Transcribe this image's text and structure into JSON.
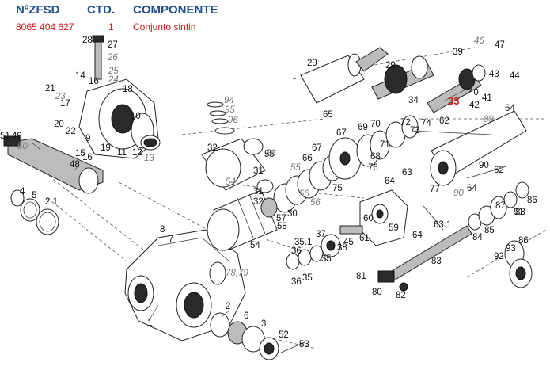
{
  "table": {
    "headers": {
      "ref": "NºZFSD",
      "qty": "CTD.",
      "component": "COMPONENTE"
    },
    "row": {
      "ref": "8065 404 627",
      "qty": "1",
      "component": "Conjunto sinfin"
    }
  },
  "labels": [
    "1",
    "2",
    "2.1",
    "3",
    "4",
    "5",
    "6",
    "7",
    "8",
    "9",
    "10",
    "11",
    "12",
    "13",
    "14",
    "15",
    "16",
    "16",
    "17",
    "18",
    "19",
    "20",
    "21",
    "22",
    "23",
    "24",
    "25",
    "26",
    "27",
    "28",
    "29",
    "29",
    "30",
    "31",
    "31",
    "32",
    "32",
    "33",
    "34",
    "35",
    "35",
    "35.1",
    "36",
    "36",
    "37",
    "38",
    "39",
    "40",
    "41",
    "42",
    "43",
    "44",
    "45",
    "46",
    "47",
    "48",
    "49",
    "50",
    "51",
    "52",
    "53",
    "54",
    "54",
    "55",
    "55",
    "56",
    "56",
    "56",
    "57",
    "58",
    "59",
    "60",
    "61",
    "62",
    "62",
    "63",
    "63.1",
    "64",
    "64",
    "64",
    "64",
    "65",
    "66",
    "67",
    "67",
    "68",
    "69",
    "70",
    "71",
    "72",
    "73",
    "74",
    "75",
    "76",
    "77",
    "78,79",
    "80",
    "81",
    "82",
    "83",
    "84",
    "85",
    "86",
    "86",
    "87",
    "88",
    "89",
    "90",
    "90",
    "91",
    "92",
    "93",
    "94",
    "95",
    "96"
  ],
  "highlight_label": "33",
  "colors": {
    "header": "#1d4f8c",
    "row": "#d01818",
    "highlight": "#d01818",
    "line": "#222222"
  }
}
